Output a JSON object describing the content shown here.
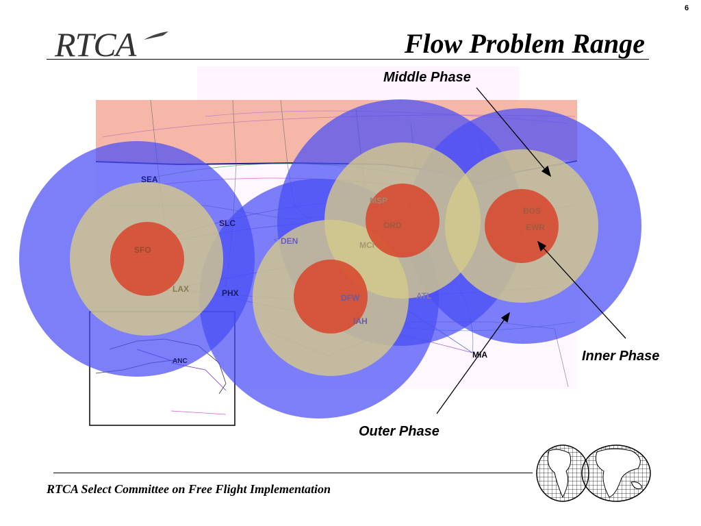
{
  "page": {
    "number": "6"
  },
  "header": {
    "logo_text": "RTCA",
    "title": "Flow Problem Range"
  },
  "callouts": {
    "middle": "Middle Phase",
    "inner": "Inner Phase",
    "outer": "Outer Phase"
  },
  "airports": {
    "sea": "SEA",
    "sfo": "SFO",
    "lax": "LAX",
    "slc": "SLC",
    "phx": "PHX",
    "den": "DEN",
    "msp": "MSP",
    "ord": "ORD",
    "mci": "MCI",
    "dfw": "DFW",
    "iah": "IAH",
    "atl": "ATL",
    "bos": "BOS",
    "ewr": "EWR",
    "mia": "MIA",
    "anc": "ANC"
  },
  "colors": {
    "outer_phase": "#4a4df5",
    "middle_phase": "#d4c98a",
    "inner_phase": "#d8442a",
    "canada": "#f5b8a8",
    "map_background": "#fff7ff"
  },
  "footer": {
    "text": "RTCA Select Committee on Free Flight Implementation"
  },
  "icons": {
    "logo": "rtca-logo",
    "globe": "world-globe-icon"
  }
}
